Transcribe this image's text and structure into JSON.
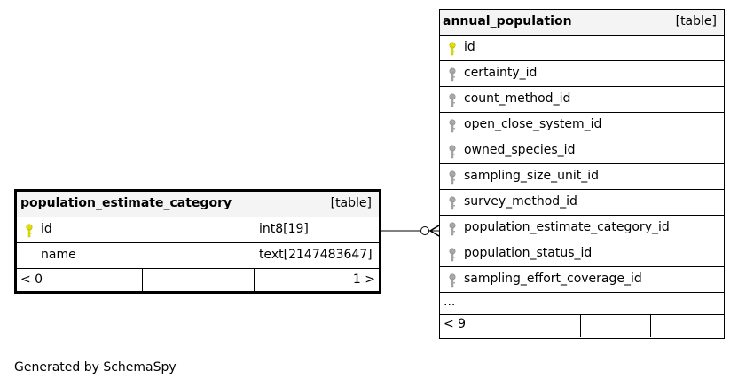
{
  "colors": {
    "primary_key": "#e0e000",
    "foreign_key": "#a8a8a8",
    "header_bg": "#f4f4f4"
  },
  "left_table": {
    "name": "population_estimate_category",
    "kind": "[table]",
    "rows": [
      {
        "name": "id",
        "type": "int8[19]",
        "key": "primary"
      },
      {
        "name": "name",
        "type": "text[2147483647]",
        "key": "none"
      }
    ],
    "footer_left": "< 0",
    "footer_right": "1 >"
  },
  "right_table": {
    "name": "annual_population",
    "kind": "[table]",
    "rows": [
      {
        "name": "id",
        "key": "primary"
      },
      {
        "name": "certainty_id",
        "key": "foreign"
      },
      {
        "name": "count_method_id",
        "key": "foreign"
      },
      {
        "name": "open_close_system_id",
        "key": "foreign"
      },
      {
        "name": "owned_species_id",
        "key": "foreign"
      },
      {
        "name": "sampling_size_unit_id",
        "key": "foreign"
      },
      {
        "name": "survey_method_id",
        "key": "foreign"
      },
      {
        "name": "population_estimate_category_id",
        "key": "foreign"
      },
      {
        "name": "population_status_id",
        "key": "foreign"
      },
      {
        "name": "sampling_effort_coverage_id",
        "key": "foreign"
      }
    ],
    "ellipsis": "...",
    "footer_left": "< 9"
  },
  "generated_by": "Generated by SchemaSpy"
}
